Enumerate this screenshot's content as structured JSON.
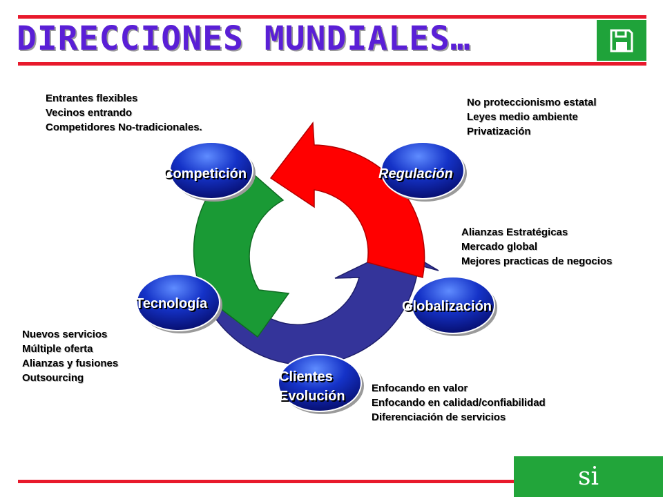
{
  "title": "DIRECCIONES MUNDIALES…",
  "save_icon": "floppy-disk-icon",
  "si_label": "si",
  "nodes": {
    "competicion": "Competición",
    "regulacion": "Regulación",
    "tecnologia": "Tecnología",
    "globalizacion": "Globalización",
    "clientes_line1": "Clientes",
    "clientes_line2": "Evolución"
  },
  "notes": {
    "competicion": [
      "Entrantes flexibles",
      "Vecinos entrando",
      "Competidores No-tradicionales."
    ],
    "regulacion": [
      "No proteccionismo estatal",
      "Leyes medio ambiente",
      "Privatización"
    ],
    "globalizacion": [
      "Alianzas Estratégicas",
      "Mercado global",
      "Mejores practicas de  negocios"
    ],
    "tecnologia": [
      "Nuevos servicios",
      "Múltiple oferta",
      "Alianzas y fusiones",
      "Outsourcing"
    ],
    "clientes": [
      "Enfocando en valor",
      "Enfocando en calidad/confiabilidad",
      "Diferenciación de servicios"
    ]
  },
  "colors": {
    "title": "#5a1fd6",
    "rule": "#e8192c",
    "arrow_red": "#ff0000",
    "arrow_green": "#1a9a35",
    "arrow_blue": "#34349a",
    "node_blue": "#1533c8",
    "box_green": "#22a53a"
  }
}
